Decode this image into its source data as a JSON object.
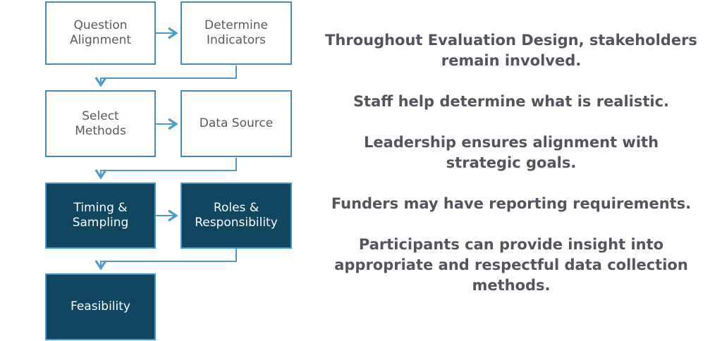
{
  "colors": {
    "box_border": "#4789B7",
    "dark_border": "#4E96C6",
    "dark_fill": "#114660",
    "arrow": "#4E9BCD",
    "box_text": "#595A5E",
    "note_text": "#53555E"
  },
  "flowchart": {
    "boxes": [
      {
        "label": "Question Alignment",
        "style": "light"
      },
      {
        "label": "Determine Indicators",
        "style": "light"
      },
      {
        "label": "Select Methods",
        "style": "light"
      },
      {
        "label": "Data Source",
        "style": "light"
      },
      {
        "label": "Timing & Sampling",
        "style": "dark"
      },
      {
        "label": "Roles & Responsibility",
        "style": "dark"
      },
      {
        "label": "Feasibility",
        "style": "dark"
      }
    ]
  },
  "notes": {
    "paragraphs": [
      "Throughout Evaluation Design, stakeholders remain involved.",
      "Staff help determine what is realistic.",
      "Leadership ensures alignment with strategic goals.",
      "Funders may have reporting requirements.",
      "Participants can provide insight into appropriate and respectful data collection methods."
    ]
  }
}
